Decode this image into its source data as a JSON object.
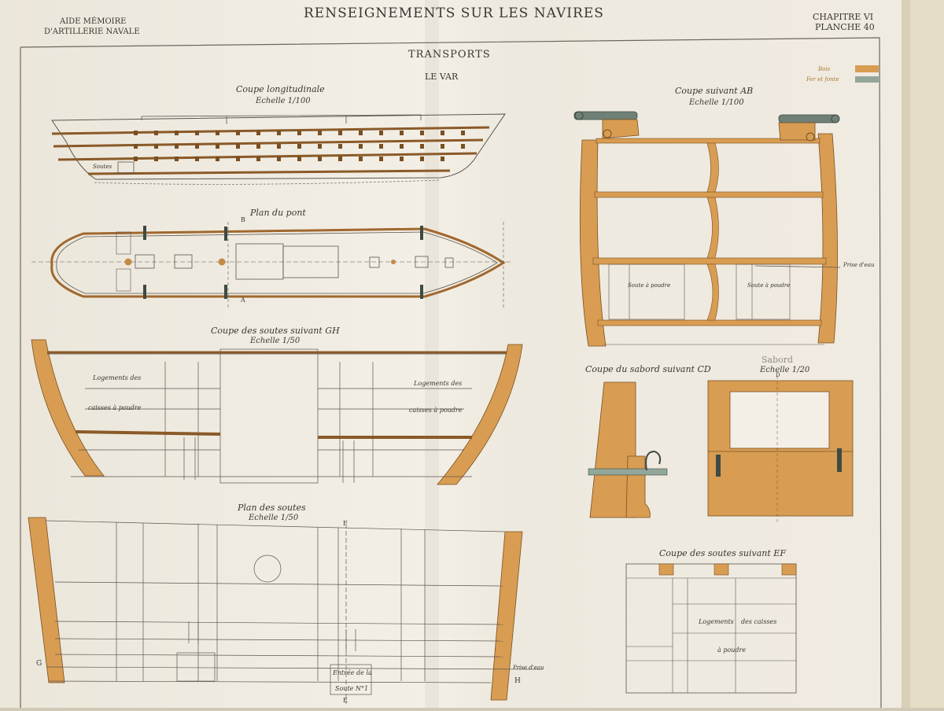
{
  "header": {
    "left_line1": "AIDE MÉMOIRE",
    "left_line2": "D'ARTILLERIE NAVALE",
    "title": "RENSEIGNEMENTS SUR LES NAVIRES",
    "right_line1": "CHAPITRE VI",
    "right_line2": "PLANCHE 40"
  },
  "plate": {
    "section": "TRANSPORTS",
    "ship": "LE VAR"
  },
  "legend": {
    "items": [
      {
        "label": "Bois",
        "color": "#d89d52"
      },
      {
        "label": "Fer et fonte",
        "color": "#93a69a"
      }
    ]
  },
  "colors": {
    "paper": "#f1ece2",
    "wood": "#d89d52",
    "wood_dark": "#7a4f22",
    "iron": "#93a69a",
    "ink": "#3a3530"
  },
  "drawings": {
    "longitudinal": {
      "title": "Coupe longitudinale",
      "scale": "Echelle 1/100",
      "label": "Soutes"
    },
    "deck_plan": {
      "title": "Plan du pont",
      "mark_a": "A",
      "mark_b": "B"
    },
    "section_gh": {
      "title": "Coupe des soutes suivant GH",
      "scale": "Echelle 1/50",
      "left_line1": "Logements des",
      "left_line2": "caisses à poudre",
      "right_line1": "Logements des",
      "right_line2": "caisses à poudre"
    },
    "hold_plan": {
      "title": "Plan des soutes",
      "scale": "Echelle 1/50",
      "entry_line1": "Entrée de la",
      "entry_line2": "Soute N°1",
      "prise": "Prise d'eau",
      "g": "G",
      "h": "H",
      "e": "E",
      "f": "F"
    },
    "section_ab": {
      "title": "Coupe suivant AB",
      "scale": "Echelle 1/100",
      "soute_left": "Soute à poudre",
      "soute_right": "Soute à poudre",
      "prise": "Prise d'eau"
    },
    "port_cd": {
      "title": "Coupe du sabord suivant CD",
      "sabord": "Sabord",
      "scale": "Echelle 1/20",
      "d": "D"
    },
    "section_ef": {
      "title": "Coupe des soutes suivant EF",
      "line1": "Logements",
      "line2": "des caisses",
      "line3": "à poudre"
    }
  }
}
